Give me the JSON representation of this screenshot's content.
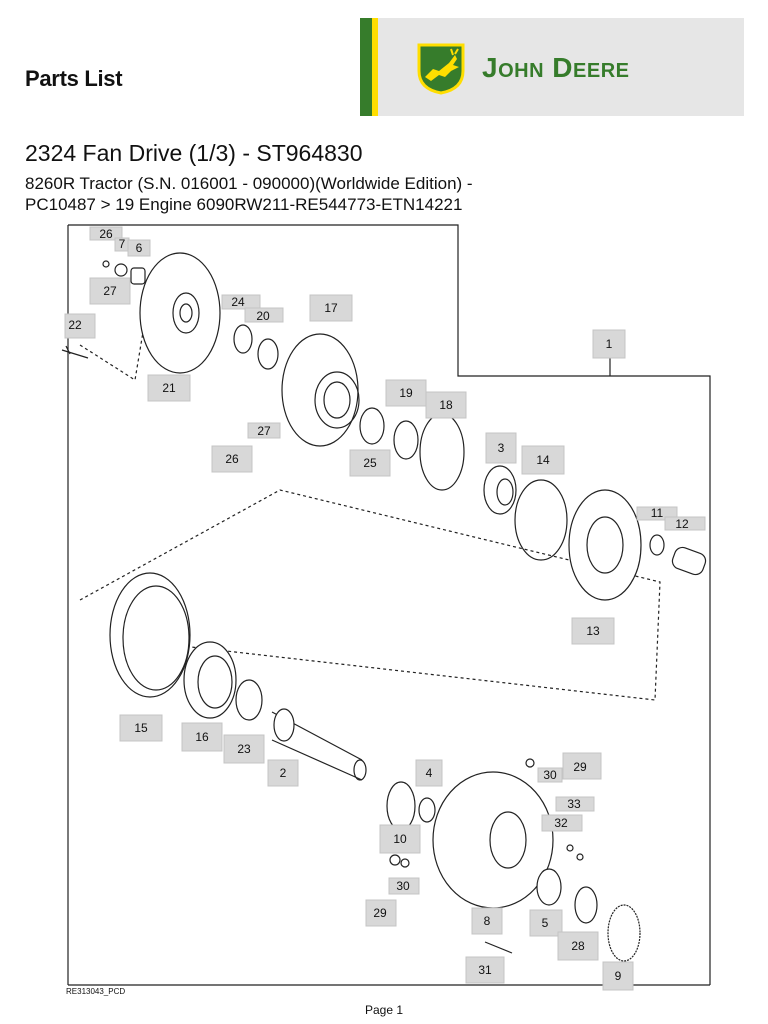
{
  "header": {
    "title": "Parts List",
    "brand": {
      "name": "John Deere",
      "stripe_green": "#367c2b",
      "stripe_yellow": "#ffde00",
      "emblem": "leaping-deer-icon"
    }
  },
  "document": {
    "title": "2324 Fan Drive (1/3) - ST964830",
    "subtitle_line1": "8260R Tractor (S.N. 016001 - 090000)(Worldwide Edition) -",
    "subtitle_line2": "PC10487 > 19 Engine 6090RW211-RE544773-ETN14221"
  },
  "diagram": {
    "reference_code": "RE313043_PCD",
    "callouts": [
      "26",
      "7",
      "6",
      "27",
      "22",
      "24",
      "20",
      "17",
      "21",
      "1",
      "27",
      "26",
      "19",
      "18",
      "25",
      "3",
      "14",
      "11",
      "12",
      "13",
      "15",
      "16",
      "23",
      "2",
      "4",
      "29",
      "30",
      "10",
      "33",
      "32",
      "30",
      "29",
      "8",
      "5",
      "28",
      "31",
      "9"
    ]
  },
  "footer": {
    "page_label": "Page 1"
  }
}
